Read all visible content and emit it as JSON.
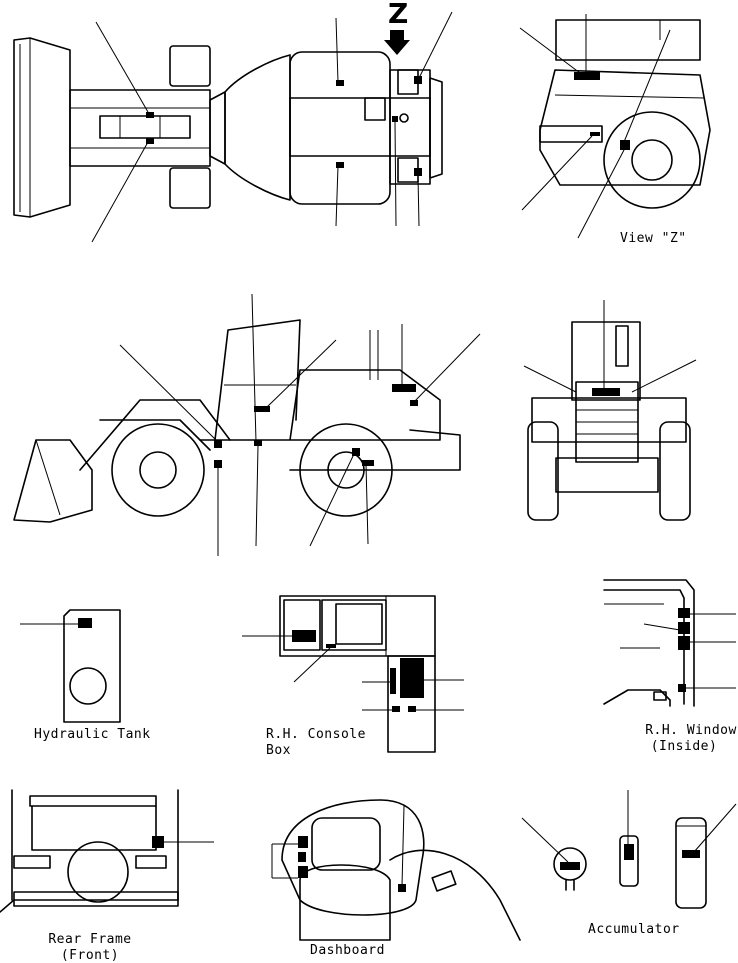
{
  "direction_marker": {
    "letter": "Z"
  },
  "views": {
    "view_z": "View \"Z\"",
    "hydraulic_tank": "Hydraulic Tank",
    "rh_console_box": [
      "R.H. Console",
      "Box"
    ],
    "rh_window": [
      "R.H. Window",
      "(Inside)"
    ],
    "rear_frame": [
      "Rear Frame",
      "(Front)"
    ],
    "dashboard": "Dashboard",
    "accumulator": "Accumulator"
  },
  "colors": {
    "line": "#000000",
    "background": "#ffffff"
  }
}
